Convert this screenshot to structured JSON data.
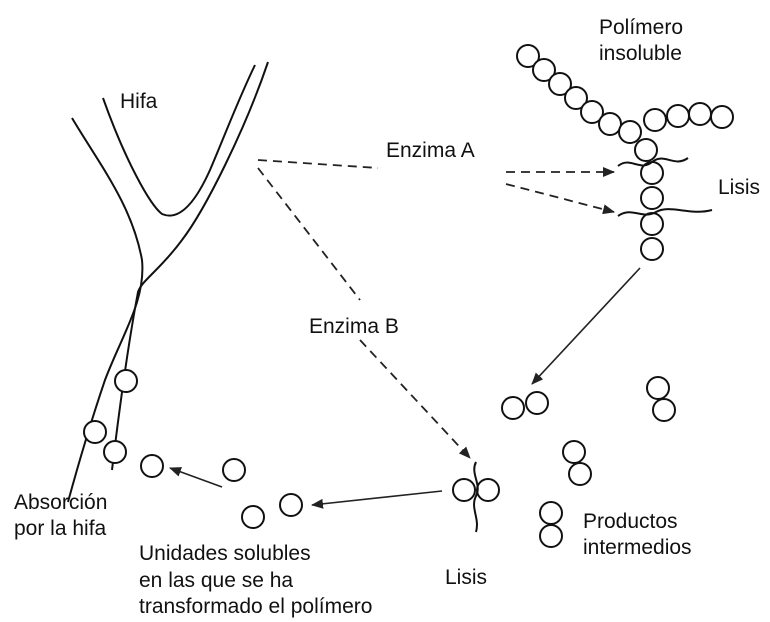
{
  "labels": {
    "hypha": "Hifa",
    "polymer_line1": "Polímero",
    "polymer_line2": "insoluble",
    "enzyme_a": "Enzima A",
    "enzyme_b": "Enzima B",
    "lysis_top": "Lisis",
    "lysis_bottom": "Lisis",
    "absorption_line1": "Absorción",
    "absorption_line2": "por la hifa",
    "soluble_line1": "Unidades solubles",
    "soluble_line2": "en las que se ha",
    "soluble_line3": "transformado el polímero",
    "intermediates_line1": "Productos",
    "intermediates_line2": "intermedios"
  }
}
